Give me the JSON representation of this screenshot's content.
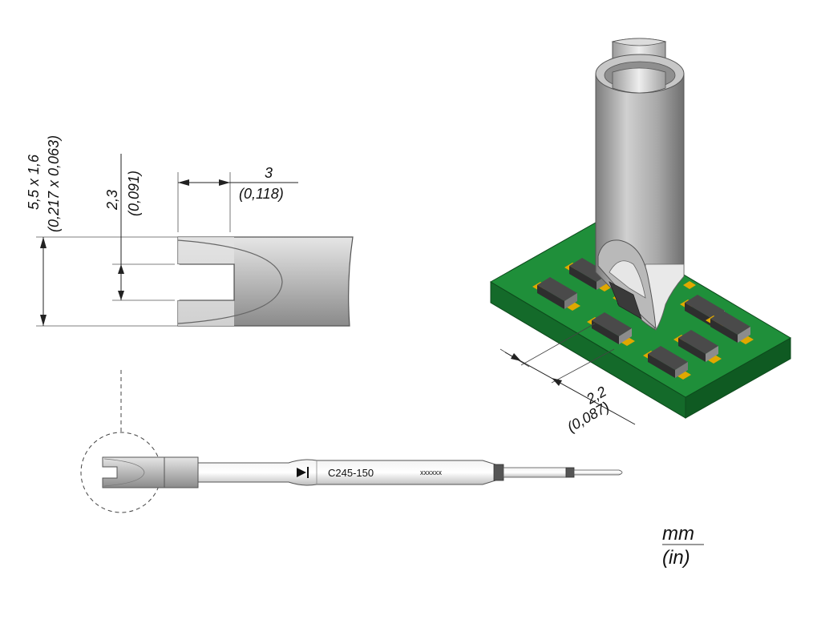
{
  "dimensions": {
    "tip_size_mm": "5,5 x 1,6",
    "tip_size_in": "(0,217 x 0,063)",
    "slot_width_mm": "2,3",
    "slot_width_in": "(0,091)",
    "slot_depth_mm": "3",
    "slot_depth_in": "(0,118)",
    "pitch_mm": "2,2",
    "pitch_in": "(0,087)"
  },
  "cartridge": {
    "model": "C245-150",
    "serial": "xxxxxx"
  },
  "units": {
    "primary": "mm",
    "secondary": "(in)"
  },
  "colors": {
    "pcb_green": "#1f8f3a",
    "pad_gold": "#e0a800",
    "component_dark": "#3d3d3d",
    "metal_gray": "#a9a9a9"
  }
}
